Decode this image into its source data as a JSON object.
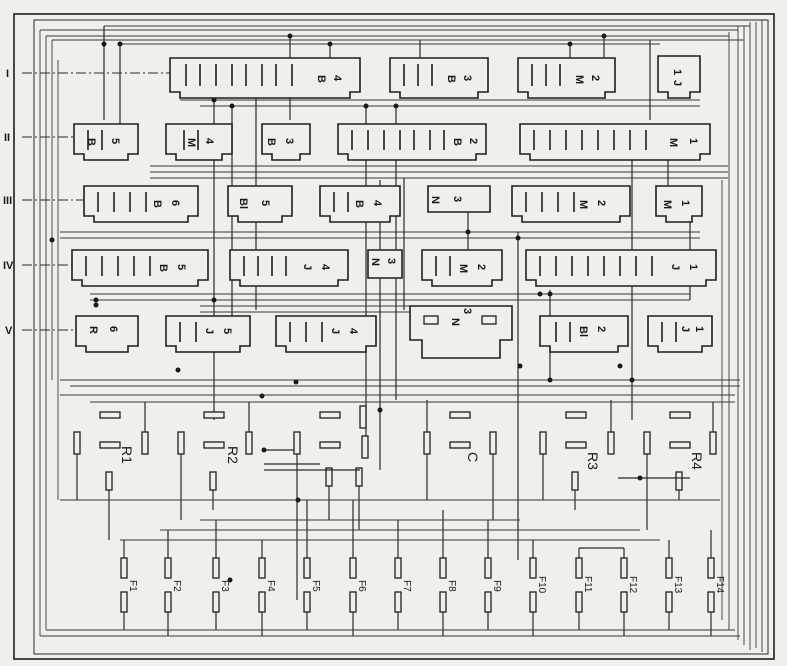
{
  "row_labels": [
    "I",
    "II",
    "III",
    "IV",
    "V"
  ],
  "connectors": [
    {
      "id": "c-i-1",
      "texts": [
        "B",
        "4"
      ]
    },
    {
      "id": "c-i-2",
      "texts": [
        "B",
        "3"
      ]
    },
    {
      "id": "c-i-3",
      "texts": [
        "M",
        "2"
      ]
    },
    {
      "id": "c-i-4",
      "texts": [
        "1",
        "J"
      ]
    },
    {
      "id": "c-ii-1",
      "texts": [
        "B",
        "5"
      ]
    },
    {
      "id": "c-ii-2",
      "texts": [
        "M",
        "4"
      ]
    },
    {
      "id": "c-ii-3",
      "texts": [
        "B",
        "3"
      ]
    },
    {
      "id": "c-ii-4",
      "texts": [
        "B",
        "2"
      ]
    },
    {
      "id": "c-ii-5",
      "texts": [
        "M",
        "1"
      ]
    },
    {
      "id": "c-iii-1",
      "texts": [
        "B",
        "6"
      ]
    },
    {
      "id": "c-iii-2",
      "texts": [
        "Bl",
        "5"
      ]
    },
    {
      "id": "c-iii-3",
      "texts": [
        "B",
        "4"
      ]
    },
    {
      "id": "c-iii-4",
      "texts": [
        "N",
        "3"
      ]
    },
    {
      "id": "c-iii-5",
      "texts": [
        "M",
        "2"
      ]
    },
    {
      "id": "c-iii-6",
      "texts": [
        "M",
        "1"
      ]
    },
    {
      "id": "c-iv-1",
      "texts": [
        "B",
        "5"
      ]
    },
    {
      "id": "c-iv-2",
      "texts": [
        "J",
        "4"
      ]
    },
    {
      "id": "c-iv-3",
      "texts": [
        "N",
        "3"
      ]
    },
    {
      "id": "c-iv-4",
      "texts": [
        "M",
        "2"
      ]
    },
    {
      "id": "c-iv-5",
      "texts": [
        "J",
        "1"
      ]
    },
    {
      "id": "c-v-1",
      "texts": [
        "R",
        "6"
      ]
    },
    {
      "id": "c-v-2",
      "texts": [
        "J",
        "5"
      ]
    },
    {
      "id": "c-v-3",
      "texts": [
        "J",
        "4"
      ]
    },
    {
      "id": "c-v-4",
      "texts": [
        "N",
        "3"
      ]
    },
    {
      "id": "c-v-5",
      "texts": [
        "Bl",
        "2"
      ]
    },
    {
      "id": "c-v-6",
      "texts": [
        "J",
        "1"
      ]
    }
  ],
  "relays": [
    "R1",
    "R2",
    "C",
    "R3",
    "R4"
  ],
  "fuses": [
    "F1",
    "F2",
    "F3",
    "F4",
    "F5",
    "F6",
    "F7",
    "F8",
    "F9",
    "F10",
    "F11",
    "F12",
    "F13",
    "F14"
  ]
}
